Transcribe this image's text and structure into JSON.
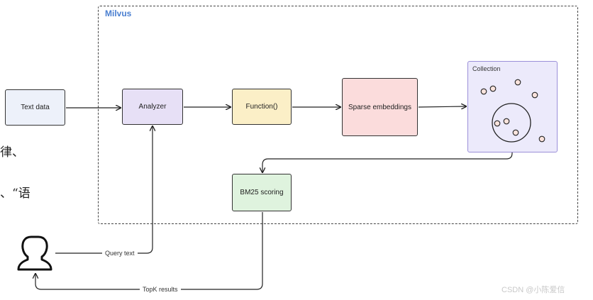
{
  "frame": {
    "title": "Milvus"
  },
  "nodes": {
    "text_data": "Text data",
    "analyzer": "Analyzer",
    "function": "Function()",
    "sparse": "Sparse embeddings",
    "bm25": "BM25 scoring",
    "collection": "Collection"
  },
  "edges": {
    "query": "Query text",
    "topk": "TopK results"
  },
  "side_text": [
    "律、",
    "、“语"
  ],
  "watermark": "CSDN @小陈爱信",
  "colors": {
    "frame_title": "#4a7fd0",
    "text_data": "#edf1fa",
    "analyzer": "#e7e0f6",
    "function": "#fbefc7",
    "sparse": "#fbdcdc",
    "bm25": "#dff3de",
    "collection": "#eceafb",
    "dot": "#fbe3dc"
  },
  "icons": [
    "user-icon"
  ]
}
